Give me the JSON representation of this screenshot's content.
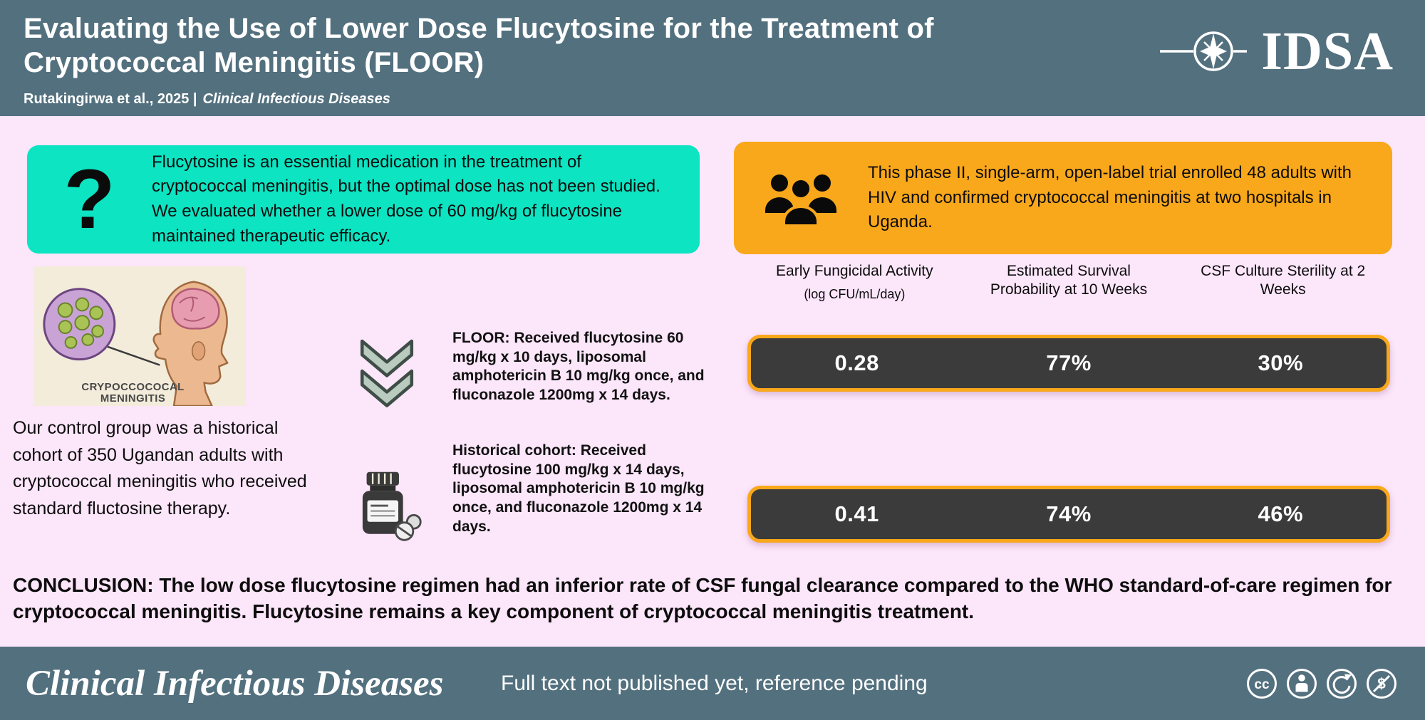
{
  "colors": {
    "banner_bg": "#53707e",
    "body_bg": "#fce6fa",
    "question_box_bg": "#0ce4c2",
    "population_box_bg": "#f9a71b",
    "result_bar_bg": "#3b3b3b",
    "result_bar_border": "#f9a71b",
    "text_light": "#ffffff",
    "text_dark": "#101010"
  },
  "header": {
    "title_line1": "Evaluating the Use of Lower Dose Flucytosine for the Treatment of",
    "title_line2": "Cryptococcal Meningitis (FLOOR)",
    "citation_authors": "Rutakingirwa et al., 2025 |",
    "citation_journal": "Clinical Infectious Diseases",
    "logo_text": "IDSA"
  },
  "question_box": {
    "icon_glyph": "?",
    "text": "Flucytosine is an essential medication in the treatment of cryptococcal meningitis, but the optimal dose has not been studied. We evaluated whether a lower dose of 60 mg/kg of flucytosine maintained therapeutic efficacy."
  },
  "population_box": {
    "text": "This phase II, single-arm, open-label trial enrolled 48 adults with HIV and confirmed cryptococcal meningitis at two hospitals in Uganda."
  },
  "illustration": {
    "caption_line1": "CRYPOCCOCOCAL",
    "caption_line2": "MENINGITIS"
  },
  "control_group_text": "Our control group was a historical cohort of 350 Ugandan adults with cryptococcal meningitis who received standard fluctosine therapy.",
  "interventions": [
    {
      "icon": "double-chevron-down-icon",
      "text": "FLOOR: Received flucytosine 60 mg/kg x 10 days, liposomal amphotericin B 10 mg/kg once, and fluconazole 1200mg x 14 days."
    },
    {
      "icon": "pill-bottle-icon",
      "text": "Historical cohort: Received flucytosine 100 mg/kg x 14 days, liposomal amphotericin B 10 mg/kg once, and fluconazole 1200mg x 14 days."
    }
  ],
  "results": {
    "columns": [
      {
        "title": "Early Fungicidal Activity",
        "subtitle": "(log CFU/mL/day)"
      },
      {
        "title": "Estimated Survival Probability at 10 Weeks",
        "subtitle": ""
      },
      {
        "title": "CSF Culture Sterility at 2 Weeks",
        "subtitle": ""
      }
    ],
    "rows": [
      {
        "values": [
          "0.28",
          "77%",
          "30%"
        ]
      },
      {
        "values": [
          "0.41",
          "74%",
          "46%"
        ]
      }
    ]
  },
  "conclusion": "CONCLUSION: The low dose flucytosine regimen had an inferior rate of CSF fungal clearance compared to the WHO standard-of-care regimen for cryptococcal meningitis. Flucytosine remains a key component of cryptococcal meningitis treatment.",
  "footer": {
    "journal": "Clinical Infectious Diseases",
    "note": "Full text not published yet, reference pending",
    "license_icons": [
      "cc",
      "by",
      "sa",
      "nc"
    ]
  }
}
